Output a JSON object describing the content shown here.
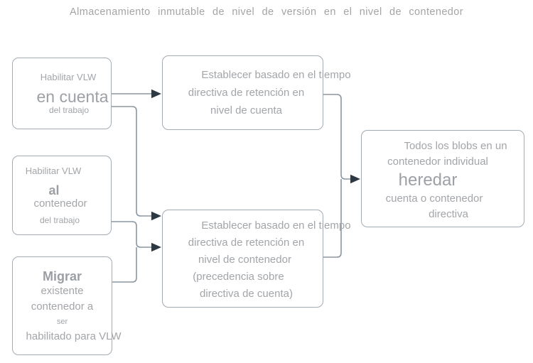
{
  "title": "Almacenamiento inmutable de nivel de versión en el nivel de contenedor",
  "boxes": {
    "enable_account": {
      "line1": "Habilitar VLW",
      "line2": "en cuenta",
      "line3": "del trabajo"
    },
    "enable_container": {
      "line1": "Habilitar VLW",
      "line2": "al",
      "line3": "contenedor",
      "line4": "del trabajo"
    },
    "migrate_existing": {
      "line1": "Migrar",
      "line2": "existente",
      "line3": "contenedor a",
      "line4": "ser",
      "line5": "habilitado para VLW"
    },
    "account_policy": {
      "line1": "Establecer basado en el tiempo",
      "line2": "directiva de retención en",
      "line3": "nivel de cuenta"
    },
    "container_policy": {
      "line1": "Establecer basado en el tiempo",
      "line2": "directiva de retención en",
      "line3": "nivel de contenedor",
      "line4": "(precedencia sobre",
      "line5": "directiva de cuenta)"
    },
    "inherit": {
      "line1": "Todos los blobs en un",
      "line2": "contenedor individual",
      "line3": "heredar",
      "line4": "cuenta o contenedor",
      "line5": "directiva"
    }
  },
  "connectors": [
    {
      "from": "enable_account",
      "to": "account_policy"
    },
    {
      "from": "enable_account",
      "to": "container_policy"
    },
    {
      "from": "enable_container",
      "to": "container_policy"
    },
    {
      "from": "migrate_existing",
      "to": "container_policy"
    },
    {
      "from": "account_policy",
      "to": "inherit"
    },
    {
      "from": "container_policy",
      "to": "inherit"
    }
  ],
  "colors": {
    "background": "#ffffff",
    "box_border": "#a3abb4",
    "connector_line": "#8c96a1",
    "arrowhead": "#2d3845",
    "text": "#a2a5a9",
    "title_text": "#a4a4a4"
  }
}
